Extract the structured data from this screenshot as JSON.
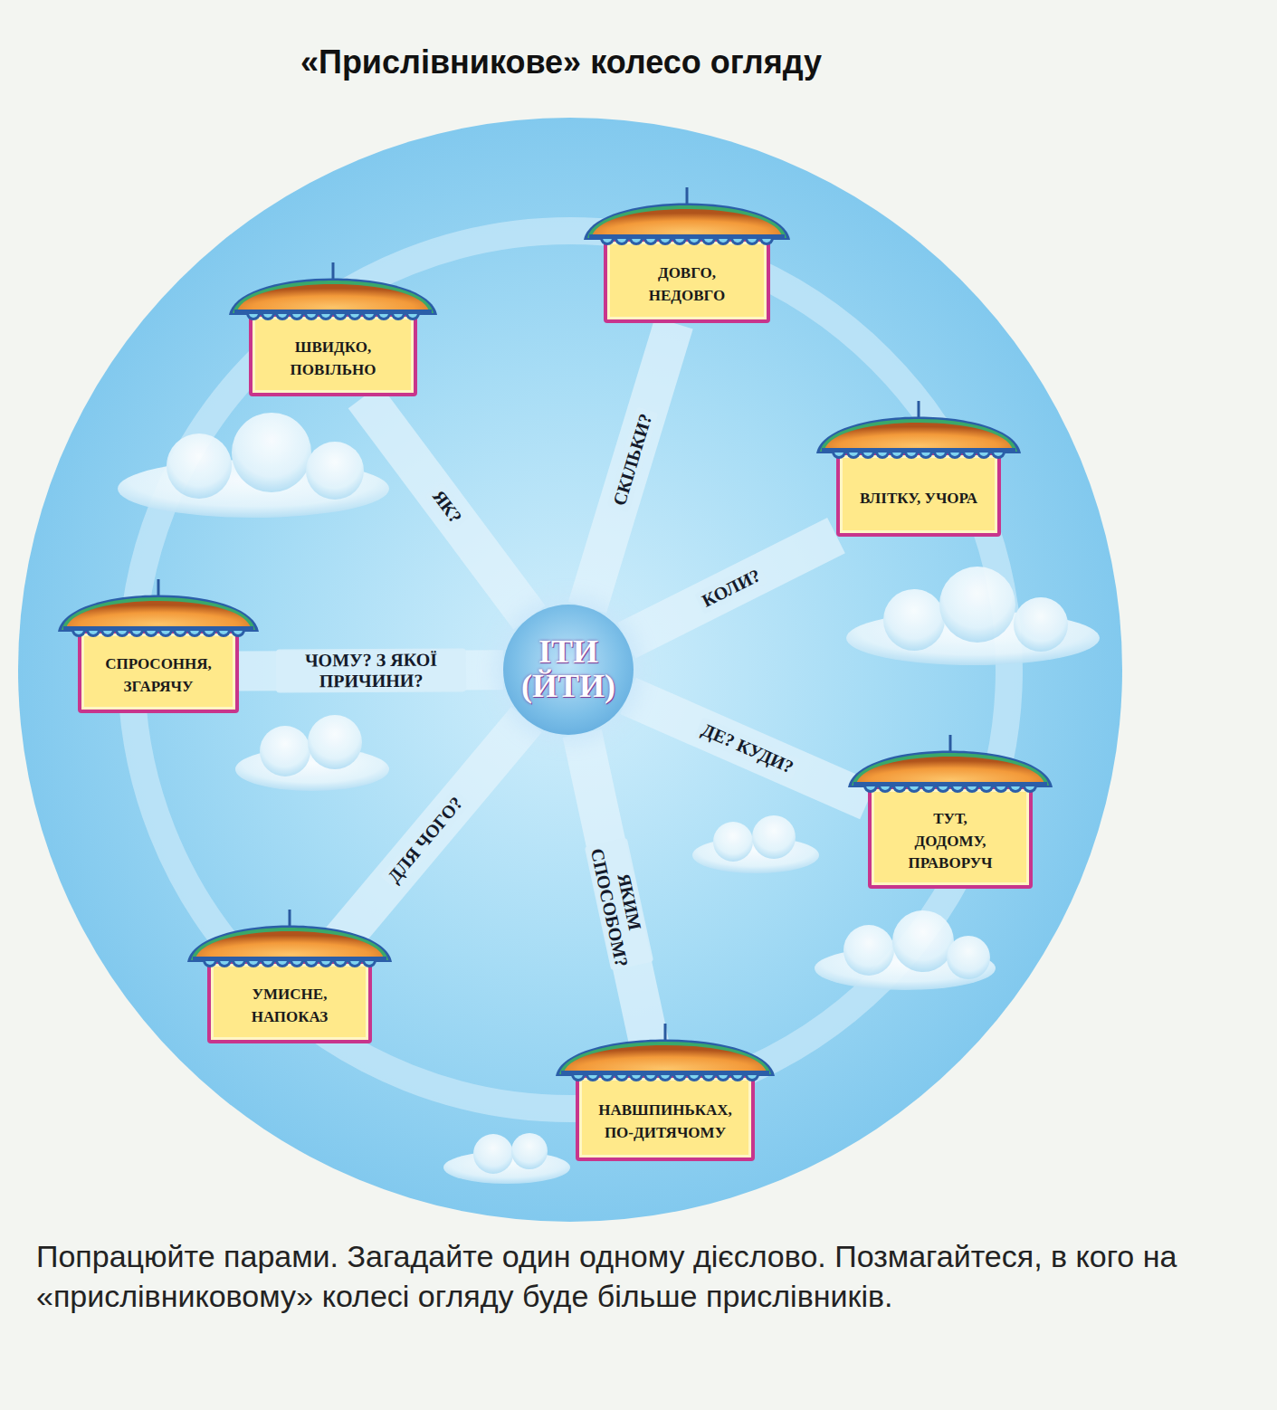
{
  "diagram": {
    "title": "«Прислівникове» колесо огляду",
    "caption": "Попрацюйте парами. Загадайте один одному дієслово. Позмагайтеся, в кого на «прислівниковому» колесі огляду буде більше прислівників.",
    "nodes": [
      {
        "text": [
          "ІТИ (ЙТИ)"
        ]
      },
      {
        "text": [
          "ШВИДКО, ПОВІЛЬНО"
        ]
      },
      {
        "text": [
          "ДОВГО, НЕДОВГО"
        ]
      },
      {
        "text": [
          "ВЛІТКУ, УЧОРА"
        ]
      },
      {
        "text": [
          "ТУТ, ДОДОМУ, ПРАВОРУЧ"
        ]
      },
      {
        "text": [
          "НАВШПИНЬКАХ, ПО-ДИТЯЧОМУ"
        ]
      },
      {
        "text": [
          "УМИСНЕ, НАПОКАЗ"
        ]
      },
      {
        "text": [
          "СПРОСОННЯ, ЗГАРЯЧУ"
        ]
      }
    ],
    "edges": [
      {
        "from": 0,
        "to": 1,
        "label": "ЯК?",
        "arrow": "none"
      },
      {
        "from": 0,
        "to": 2,
        "label": "СКІЛЬКИ?",
        "arrow": "none"
      },
      {
        "from": 0,
        "to": 3,
        "label": "КОЛИ?",
        "arrow": "none"
      },
      {
        "from": 0,
        "to": 4,
        "label": "ДЕ? КУДИ?",
        "arrow": "none"
      },
      {
        "from": 0,
        "to": 5,
        "label": "ЯКИМ СПОСОБОМ?",
        "arrow": "none"
      },
      {
        "from": 0,
        "to": 6,
        "label": "ДЛЯ ЧОГО?",
        "arrow": "none"
      },
      {
        "from": 0,
        "to": 7,
        "label": "ЧОМУ? З ЯКОЇ ПРИЧИНИ?",
        "arrow": "none"
      }
    ]
  }
}
